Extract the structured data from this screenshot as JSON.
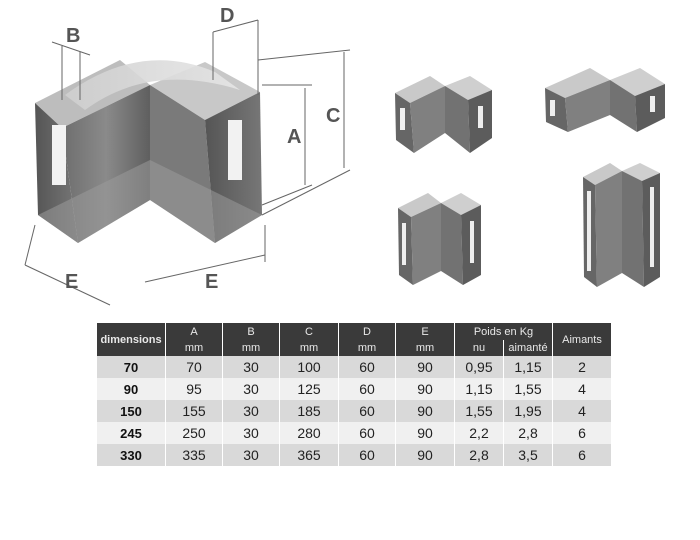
{
  "figure": {
    "labels": {
      "A": "A",
      "B": "B",
      "C": "C",
      "D": "D",
      "E1": "E",
      "E2": "E"
    }
  },
  "table": {
    "header_row_label": "dimensions",
    "columns": [
      {
        "name": "A",
        "unit": "mm"
      },
      {
        "name": "B",
        "unit": "mm"
      },
      {
        "name": "C",
        "unit": "mm"
      },
      {
        "name": "D",
        "unit": "mm"
      },
      {
        "name": "E",
        "unit": "mm"
      }
    ],
    "weight_header": "Poids en Kg",
    "weight_sub": [
      "nu",
      "aimanté"
    ],
    "aimants_header": "Aimants",
    "rows": [
      {
        "label": "70",
        "values": [
          "70",
          "30",
          "100",
          "60",
          "90",
          "0,95",
          "1,15",
          "2"
        ]
      },
      {
        "label": "90",
        "values": [
          "95",
          "30",
          "125",
          "60",
          "90",
          "1,15",
          "1,55",
          "4"
        ]
      },
      {
        "label": "150",
        "values": [
          "155",
          "30",
          "185",
          "60",
          "90",
          "1,55",
          "1,95",
          "4"
        ]
      },
      {
        "label": "245",
        "values": [
          "250",
          "30",
          "280",
          "60",
          "90",
          "2,2",
          "2,8",
          "6"
        ]
      },
      {
        "label": "330",
        "values": [
          "335",
          "30",
          "365",
          "60",
          "90",
          "2,8",
          "3,5",
          "6"
        ]
      }
    ]
  }
}
